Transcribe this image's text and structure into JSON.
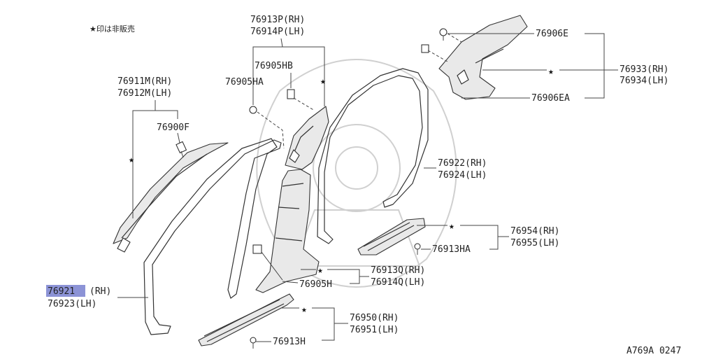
{
  "note": "★印は非販売",
  "catalog_code": "A769A 0247",
  "highlight_color": "#8c93d6",
  "labels": {
    "p76913p": "76913P(RH)",
    "p76914p": "76914P(LH)",
    "p76905hb": "76905HB",
    "p76905ha": "76905HA",
    "p76911m": "76911M(RH)",
    "p76912m": "76912M(LH)",
    "p76900f": "76900F",
    "p76906e": "76906E",
    "p76933": "76933(RH)",
    "p76934": "76934(LH)",
    "p76906ea": "76906EA",
    "p76922": "76922(RH)",
    "p76924": "76924(LH)",
    "p76954": "76954(RH)",
    "p76955": "76955(LH)",
    "p76913ha": "76913HA",
    "p76913q": "76913Q(RH)",
    "p76914q": "76914Q(LH)",
    "p76905h": "76905H",
    "p76921_num": "76921",
    "p76921_side": "(RH)",
    "p76923": "76923(LH)",
    "p76950": "76950(RH)",
    "p76951": "76951(LH)",
    "p76913h": "76913H"
  }
}
